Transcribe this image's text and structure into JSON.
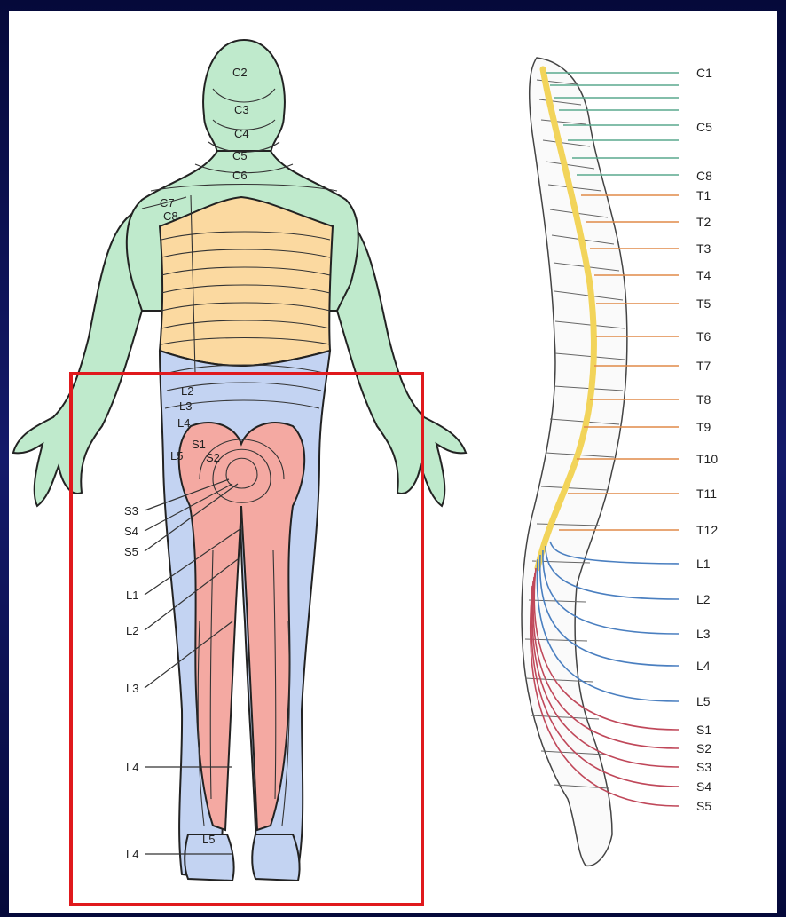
{
  "colors": {
    "cervical": "#bfeacc",
    "thoracic": "#fbd9a0",
    "lumbar": "#c3d3f2",
    "sacral": "#f4a9a2",
    "spinal_cord": "#f2d45a",
    "cervical_nerve": "#5aa98e",
    "thoracic_nerve": "#e08a48",
    "lumbar_nerve": "#4a7fc0",
    "sacral_nerve": "#c0485a",
    "highlight_box": "#e0191d"
  },
  "body_labels": {
    "c2": "C2",
    "c3": "C3",
    "c4": "C4",
    "c5": "C5",
    "c6": "C6",
    "c7": "C7",
    "c8": "C8",
    "l2": "L2",
    "l3": "L3",
    "l4": "L4",
    "l5": "L5",
    "s1": "S1",
    "s2": "S2"
  },
  "leader_labels": {
    "s3": "S3",
    "s4": "S4",
    "s5": "S5",
    "l1": "L1",
    "l2": "L2",
    "l3": "L3",
    "l4_upper": "L4",
    "l4_lower": "L4",
    "l5_foot": "L5"
  },
  "spine_labels": {
    "c1": "C1",
    "c5": "C5",
    "c8": "C8",
    "t1": "T1",
    "t2": "T2",
    "t3": "T3",
    "t4": "T4",
    "t5": "T5",
    "t6": "T6",
    "t7": "T7",
    "t8": "T8",
    "t9": "T9",
    "t10": "T10",
    "t11": "T11",
    "t12": "T12",
    "l1": "L1",
    "l2": "L2",
    "l3": "L3",
    "l4": "L4",
    "l5": "L5",
    "s1": "S1",
    "s2": "S2",
    "s3": "S3",
    "s4": "S4",
    "s5": "S5"
  }
}
